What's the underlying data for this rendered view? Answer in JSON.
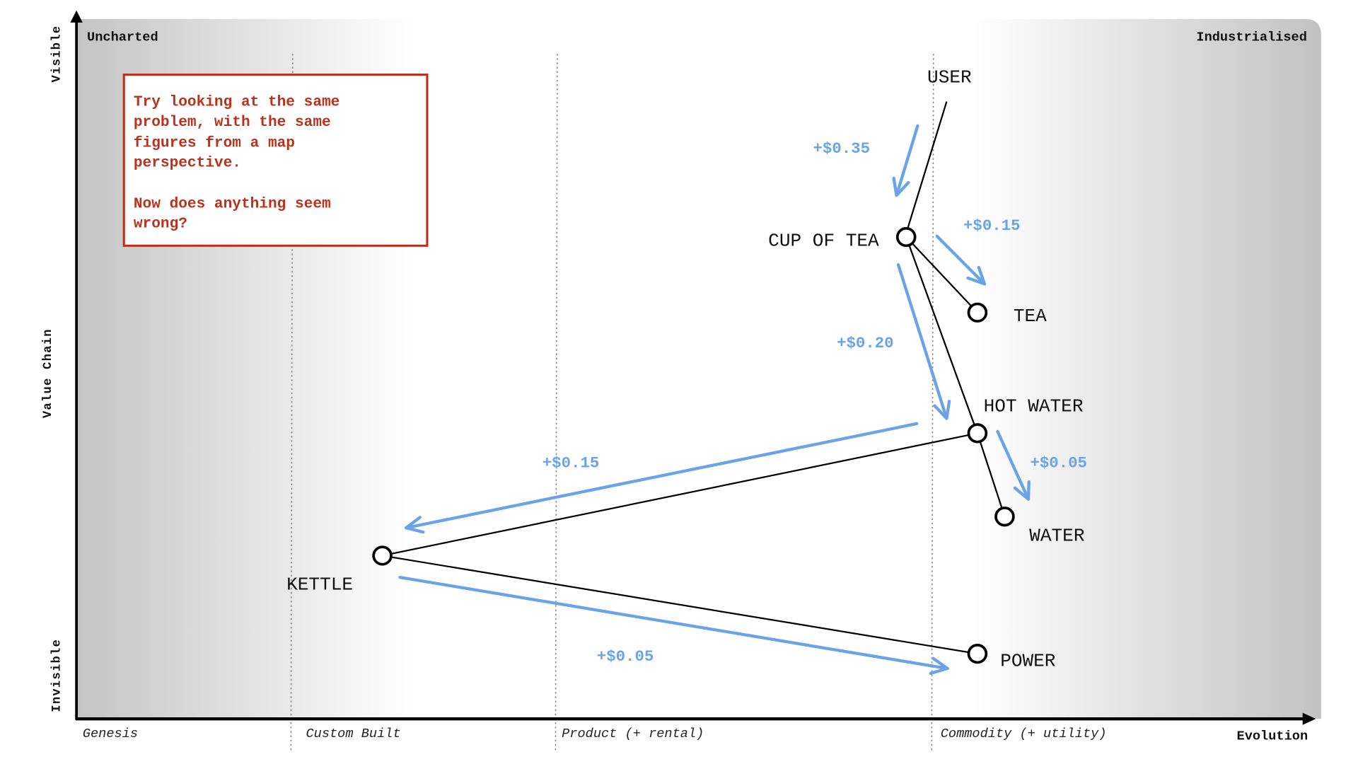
{
  "map": {
    "corners": {
      "top_left": "Uncharted",
      "top_right": "Industrialised"
    },
    "y_axis": {
      "label": "Value Chain",
      "top": "Visible",
      "bottom": "Invisible"
    },
    "x_axis": {
      "label": "Evolution",
      "stages": [
        "Genesis",
        "Custom Built",
        "Product (+ rental)",
        "Commodity (+ utility)"
      ]
    },
    "note": {
      "lines": [
        "Try looking at the same",
        "problem, with the same",
        "figures from a map",
        "perspective.",
        "",
        "Now does anything seem",
        "wrong?"
      ]
    },
    "nodes": {
      "user": "USER",
      "cup_of_tea": "CUP OF TEA",
      "tea": "TEA",
      "hot_water": "HOT WATER",
      "water": "WATER",
      "kettle": "KETTLE",
      "power": "POWER"
    },
    "costs": {
      "user_cup": "+$0.35",
      "cup_tea": "+$0.15",
      "cup_hotwater": "+$0.20",
      "hotwater_kettle": "+$0.15",
      "hotwater_water": "+$0.05",
      "kettle_power": "+$0.05"
    },
    "colors": {
      "flow": "#6aa3e8",
      "note": "#b8321e"
    }
  }
}
